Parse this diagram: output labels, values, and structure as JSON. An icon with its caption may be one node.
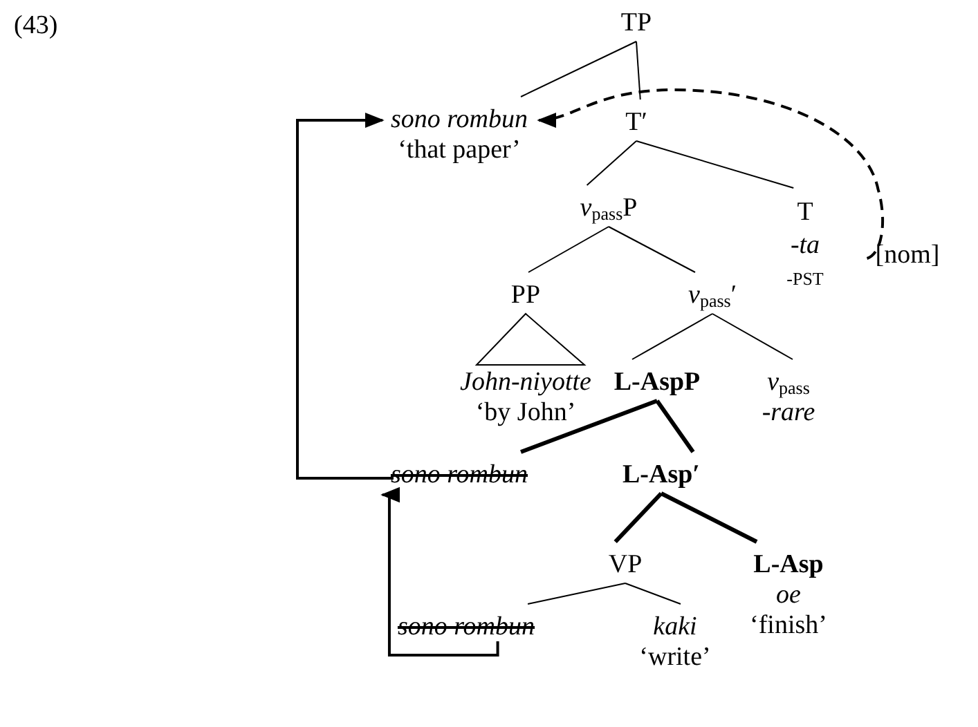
{
  "diagram": {
    "nodes": [
      {
        "text": [
          "TP"
        ]
      },
      {
        "text": [
          "sono rombun",
          "‘that paper’"
        ]
      },
      {
        "text": [
          "T′"
        ]
      },
      {
        "text": [
          "*v*$_{pass}$P"
        ]
      },
      {
        "text": [
          "T",
          "-ta",
          "-PST"
        ]
      },
      {
        "text": [
          "[nom]"
        ]
      },
      {
        "text": [
          "PP"
        ]
      },
      {
        "text": [
          "*v*$_{pass}$′"
        ]
      },
      {
        "text": [
          "John-niyotte",
          "‘by John’"
        ]
      },
      {
        "text": [
          "L-AspP"
        ]
      },
      {
        "text": [
          "*v*$_{pass}$",
          "-rare"
        ]
      },
      {
        "text": [
          "sono rombun"
        ]
      },
      {
        "text": [
          "L-Asp′"
        ]
      },
      {
        "text": [
          "VP"
        ]
      },
      {
        "text": [
          "L-Asp",
          "oe",
          "‘finish’"
        ]
      },
      {
        "text": [
          "sono rombun"
        ]
      },
      {
        "text": [
          "kaki",
          "‘write’"
        ]
      }
    ],
    "edges": [
      {
        "from": 0,
        "to": 1,
        "arrow": "none"
      },
      {
        "from": 0,
        "to": 2,
        "arrow": "none"
      },
      {
        "from": 2,
        "to": 3,
        "arrow": "none"
      },
      {
        "from": 2,
        "to": 4,
        "arrow": "none"
      },
      {
        "from": 3,
        "to": 6,
        "arrow": "none"
      },
      {
        "from": 3,
        "to": 7,
        "arrow": "none"
      },
      {
        "from": 6,
        "to": 8,
        "arrow": "none"
      },
      {
        "from": 7,
        "to": 9,
        "arrow": "none"
      },
      {
        "from": 7,
        "to": 10,
        "arrow": "none"
      },
      {
        "from": 9,
        "to": 11,
        "arrow": "none",
        "style": "thick"
      },
      {
        "from": 9,
        "to": 12,
        "arrow": "none",
        "style": "thick"
      },
      {
        "from": 12,
        "to": 13,
        "arrow": "none",
        "style": "thick"
      },
      {
        "from": 12,
        "to": 14,
        "arrow": "none",
        "style": "thick"
      },
      {
        "from": 13,
        "to": 15,
        "arrow": "none"
      },
      {
        "from": 13,
        "to": 16,
        "arrow": "none"
      },
      {
        "from": 11,
        "to": 1,
        "arrow": "to"
      },
      {
        "from": 15,
        "to": 11,
        "arrow": "to"
      },
      {
        "from": 5,
        "to": 1,
        "arrow": "to",
        "style": "dashed"
      }
    ],
    "labels": [
      "(43)"
    ]
  }
}
